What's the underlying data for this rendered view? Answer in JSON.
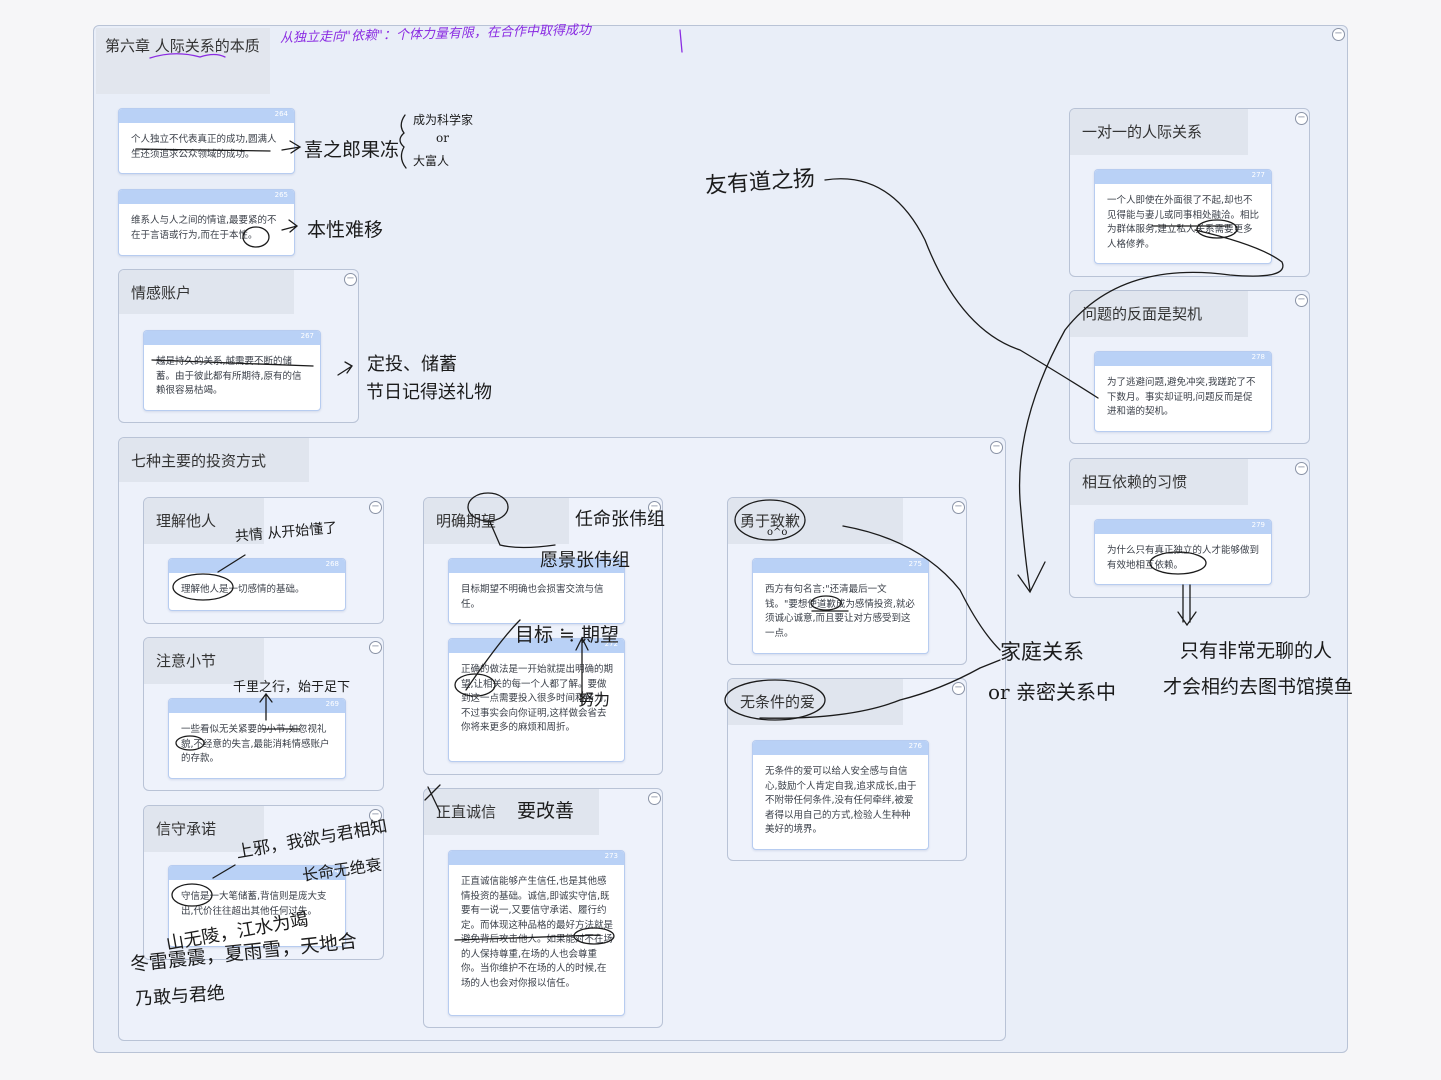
{
  "chapter": {
    "title": "第六章 人际关系的本质",
    "annotation": "从独立走向\"依赖\"：个体力量有限，在合作中取得成功"
  },
  "cards": {
    "c264": {
      "num": "264",
      "text": "个人独立不代表真正的成功,圆满人生还须追求公众领域的成功。"
    },
    "c265": {
      "num": "265",
      "text": "维系人与人之间的情谊,最要紧的不在于言语或行为,而在于本性。"
    },
    "c267": {
      "num": "267",
      "text": "越是持久的关系,越需要不断的储蓄。由于彼此都有所期待,原有的信赖很容易枯竭。"
    },
    "c268": {
      "num": "268",
      "text": "理解他人是一切感情的基础。"
    },
    "c269": {
      "num": "269",
      "text": "一些看似无关紧要的小节,如忽视礼貌,不经意的失言,最能消耗情感账户的存款。"
    },
    "c271": {
      "num": "271",
      "text": "目标期望不明确也会损害交流与信任。"
    },
    "c272": {
      "num": "272",
      "text": "正确的做法是一开始就提出明确的期望,让相关的每一个人都了解。要做到这一点需要投入很多时间和精力,不过事实会向你证明,这样做会省去你将来更多的麻烦和周折。"
    },
    "c273": {
      "num": "273",
      "text": "正直诚信能够产生信任,也是其他感情投资的基础。诚信,即诚实守信,既要有一说一,又要信守承诺、履行约定。而体现这种品格的最好方法就是避免背后攻击他人。如果能对不在场的人保持尊重,在场的人也会尊重你。当你维护不在场的人的时候,在场的人也会对你报以信任。"
    },
    "c274": {
      "num": "274",
      "text": "守信是一大笔储蓄,背信则是庞大支出,代价往往超出其他任何过失。"
    },
    "c275": {
      "num": "275",
      "text": "西方有句名言:\"还清最后一文钱。\"要想使道歉成为感情投资,就必须诚心诚意,而且要让对方感受到这一点。"
    },
    "c276": {
      "num": "276",
      "text": "无条件的爱可以给人安全感与自信心,鼓励个人肯定自我,追求成长,由于不附带任何条件,没有任何牵绊,被爱者得以用自己的方式,检验人生种种美好的境界。"
    },
    "c277": {
      "num": "277",
      "text": "一个人即使在外面很了不起,却也不见得能与妻儿或同事相处融洽。相比为群体服务,建立私人关系需要更多人格修养。"
    },
    "c278": {
      "num": "278",
      "text": "为了逃避问题,避免冲突,我蹉跎了不下数月。事实却证明,问题反而是促进和谐的契机。"
    },
    "c279": {
      "num": "279",
      "text": "为什么只有真正独立的人才能够做到有效地相互依赖。"
    }
  },
  "groups": {
    "emotion_account": "情感账户",
    "seven_ways": "七种主要的投资方式",
    "understand": "理解他人",
    "clear_expect": "明确期望",
    "small_details": "注意小节",
    "keep_promise": "信守承诺",
    "integrity": "正直诚信",
    "apologize": "勇于致歉",
    "unconditional_love": "无条件的爱",
    "one_to_one": "一对一的人际关系",
    "problem_opportunity": "问题的反面是契机",
    "interdependence": "相互依赖的习惯"
  },
  "handwriting": {
    "success_a": "成为科学家",
    "success_or": "or",
    "success_b": "大富人",
    "kiyo": "喜之郎果冻",
    "nature": "本性难移",
    "invest": "定投、储蓄",
    "holiday": "节日记得送礼物",
    "kindness": "友有道之扬",
    "empathy": "共情 从开始懂了",
    "qianli": "千里之行，始于足下",
    "shangye1": "上邪，我欲与君相知",
    "shangye2": "长命无绝衰",
    "shanwu": "山无陵，江水为竭",
    "dong": "冬雷震震，夏雨雪，天地合",
    "naigan": "乃敢与君绝",
    "renming": "任命张伟组",
    "yuanjing": "愿景张伟组",
    "mubiao": "目标 ≒ 期望",
    "nuli": "努力",
    "shanyu": "要改善",
    "family1": "家庭关系",
    "family2": "or 亲密关系中",
    "alone1": "只有非常无聊的人",
    "alone2": "才会相约去图书馆摸鱼",
    "ov": "o^o"
  },
  "colors": {
    "canvas": "#e9eef8",
    "card_header": "#b9d1f6",
    "group_border": "#b9c3d6",
    "annotation": "#8a2be2",
    "ink": "#1b1b1b"
  }
}
